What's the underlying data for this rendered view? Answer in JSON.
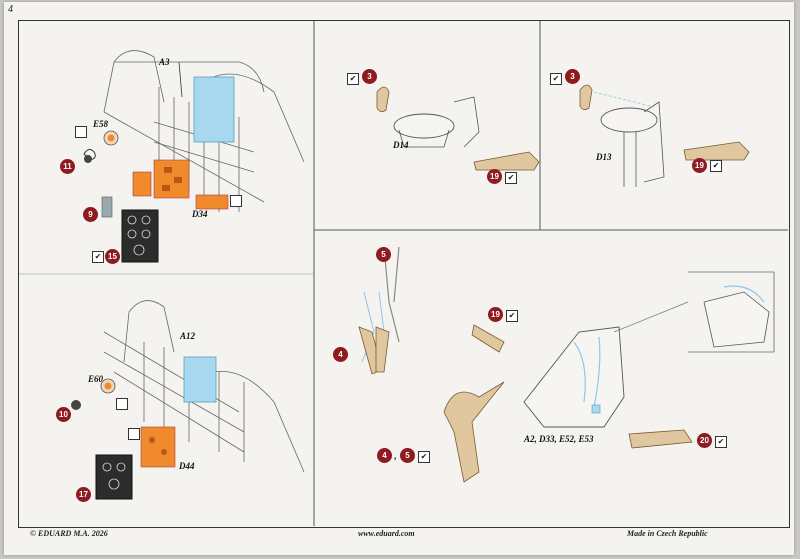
{
  "page": {
    "page_number": "4",
    "footer_left": "© EDUARD  M.A. 2026",
    "footer_center": "www.eduard.com",
    "footer_right": "Made in Czech Republic"
  },
  "labels": {
    "a3": "A3",
    "e58": "E58",
    "d34": "D34",
    "a12": "A12",
    "e60": "E60",
    "d44": "D44",
    "d14": "D14",
    "d13": "D13",
    "assembly": "A2, D33, E52, E53"
  },
  "badges": {
    "b11": "11",
    "b9": "9",
    "b15": "15",
    "b10": "10",
    "b17": "17",
    "b3a": "3",
    "b19a": "19",
    "b3b": "3",
    "b19b": "19",
    "b5a": "5",
    "b4a": "4",
    "b19c": "19",
    "b4b": "4",
    "b5b": "5",
    "b20": "20"
  },
  "colors": {
    "part_badge": "#8e1b1f",
    "photo_etch_orange": "#f08a2c",
    "clear_part_blue": "#a8d8f0",
    "instrument_panel": "#2c2c2c",
    "belt_tan": "#e0c7a0"
  }
}
